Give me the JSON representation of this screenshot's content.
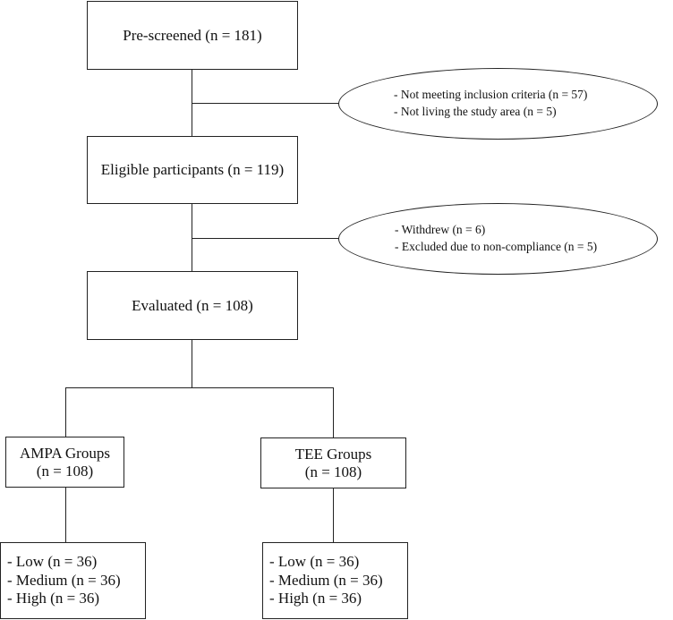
{
  "flowchart": {
    "prescreened": "Pre-screened (n = 181)",
    "eligible": "Eligible participants (n = 119)",
    "evaluated": "Evaluated (n = 108)",
    "exclusion1": {
      "line1": "- Not meeting inclusion criteria (n = 57)",
      "line2": "- Not living the study area (n = 5)"
    },
    "exclusion2": {
      "line1": "- Withdrew (n = 6)",
      "line2": "- Excluded due to non-compliance (n = 5)"
    },
    "ampa": {
      "title": "AMPA Groups",
      "count": "(n = 108)",
      "low": "- Low (n = 36)",
      "medium": "- Medium (n = 36)",
      "high": "- High (n = 36)"
    },
    "tee": {
      "title": "TEE Groups",
      "count": "(n = 108)",
      "low": "- Low (n = 36)",
      "medium": "- Medium (n = 36)",
      "high": "- High (n = 36)"
    }
  }
}
